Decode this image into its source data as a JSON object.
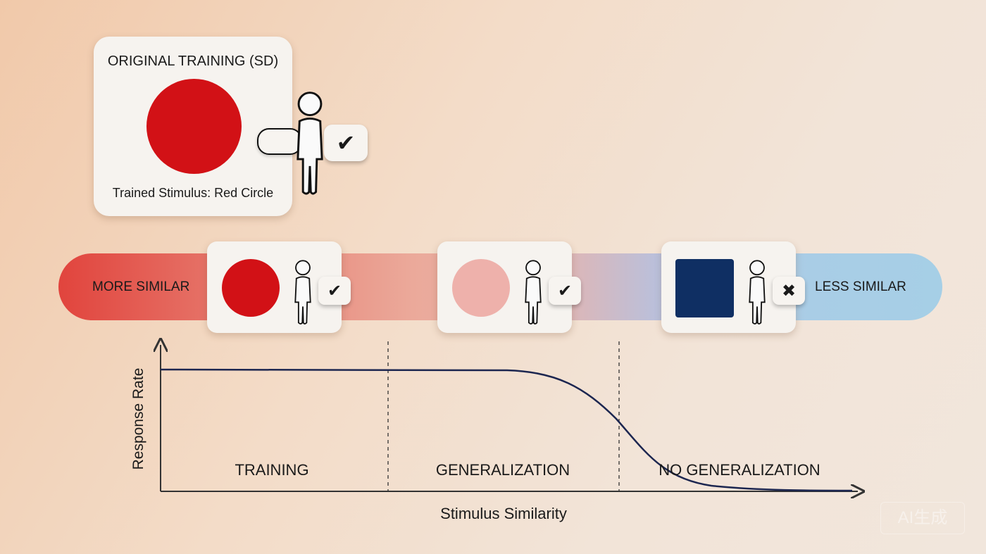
{
  "top_card": {
    "title": "ORIGINAL TRAINING (SD)",
    "caption": "Trained Stimulus: Red Circle"
  },
  "band": {
    "left_label": "MORE SIMILAR",
    "right_label": "LESS SIMILAR"
  },
  "stimuli": [
    {
      "shape": "circle",
      "color": "#d21116",
      "response": "check"
    },
    {
      "shape": "circle",
      "color": "#eeb1ab",
      "response": "check"
    },
    {
      "shape": "square",
      "color": "#0f2f63",
      "response": "cross"
    }
  ],
  "graph": {
    "ylabel": "Response Rate",
    "xlabel": "Stimulus Similarity",
    "zones": [
      "TRAINING",
      "GENERALIZATION",
      "NO GENERALIZATION"
    ],
    "curve_color": "#1c2650"
  },
  "watermark": "AI生成"
}
